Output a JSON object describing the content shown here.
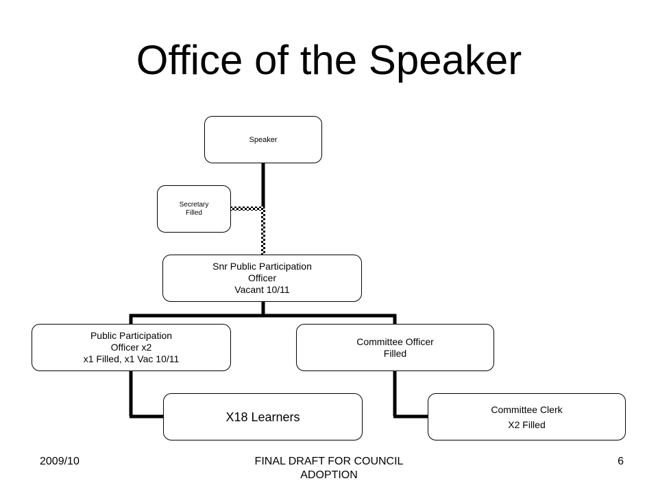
{
  "title": "Office of the Speaker",
  "org_chart": {
    "speaker": {
      "lines": [
        "Speaker"
      ]
    },
    "secretary": {
      "lines": [
        "Secretary",
        "Filled"
      ]
    },
    "snr_public_participation_officer": {
      "lines": [
        "Snr Public Participation",
        "Officer",
        "Vacant 10/11"
      ]
    },
    "public_participation_officer": {
      "lines": [
        "Public Participation",
        "Officer x2",
        "x1 Filled, x1 Vac 10/11"
      ]
    },
    "committee_officer": {
      "lines": [
        "Committee Officer",
        "Filled"
      ]
    },
    "learners": {
      "lines": [
        "X18 Learners"
      ]
    },
    "committee_clerk": {
      "lines": [
        "Committee Clerk",
        "X2 Filled"
      ]
    }
  },
  "footer": {
    "left": "2009/10",
    "center": "FINAL DRAFT FOR COUNCIL ADOPTION",
    "right": "6"
  }
}
